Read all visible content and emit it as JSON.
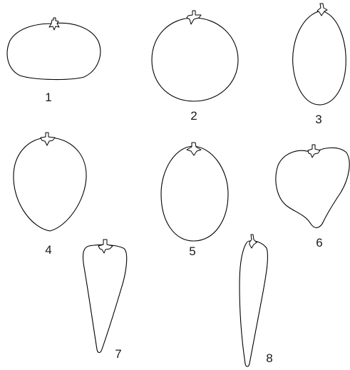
{
  "figure": {
    "shapes": [
      {
        "label": "1",
        "shape-kind": "flattened-round"
      },
      {
        "label": "2",
        "shape-kind": "round"
      },
      {
        "label": "3",
        "shape-kind": "elongated-oval"
      },
      {
        "label": "4",
        "shape-kind": "obovoid"
      },
      {
        "label": "5",
        "shape-kind": "ovoid"
      },
      {
        "label": "6",
        "shape-kind": "heart-shaped"
      },
      {
        "label": "7",
        "shape-kind": "long-pointed"
      },
      {
        "label": "8",
        "shape-kind": "very-long-pointed"
      }
    ],
    "line_color": "#000000",
    "background": "#ffffff"
  }
}
